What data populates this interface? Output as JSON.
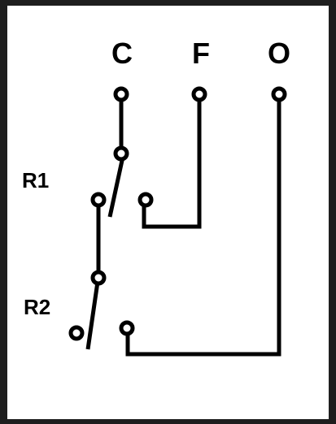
{
  "terminals": {
    "c": "C",
    "f": "F",
    "o": "O"
  },
  "relays": {
    "r1": "R1",
    "r2": "R2"
  }
}
